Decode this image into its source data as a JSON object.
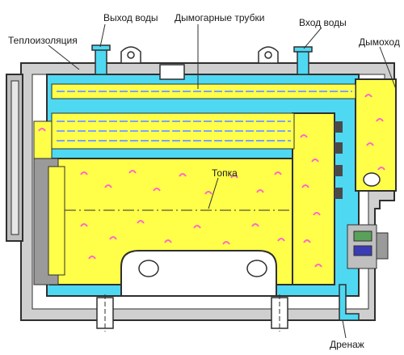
{
  "labels": {
    "water_outlet": "Выход воды",
    "fire_tubes": "Дымогарные трубки",
    "water_inlet": "Вход воды",
    "insulation": "Теплоизоляция",
    "chimney": "Дымоход",
    "furnace": "Топка",
    "drain": "Дренаж"
  },
  "colors": {
    "water": "#4fd8f2",
    "gas": "#ffff4a",
    "insulation": "#cfcfcf",
    "steel": "#2f2f2f",
    "tube": "#7fa3ff",
    "flame_mark": "#ff66cc",
    "burner_green": "#5aa05a"
  }
}
